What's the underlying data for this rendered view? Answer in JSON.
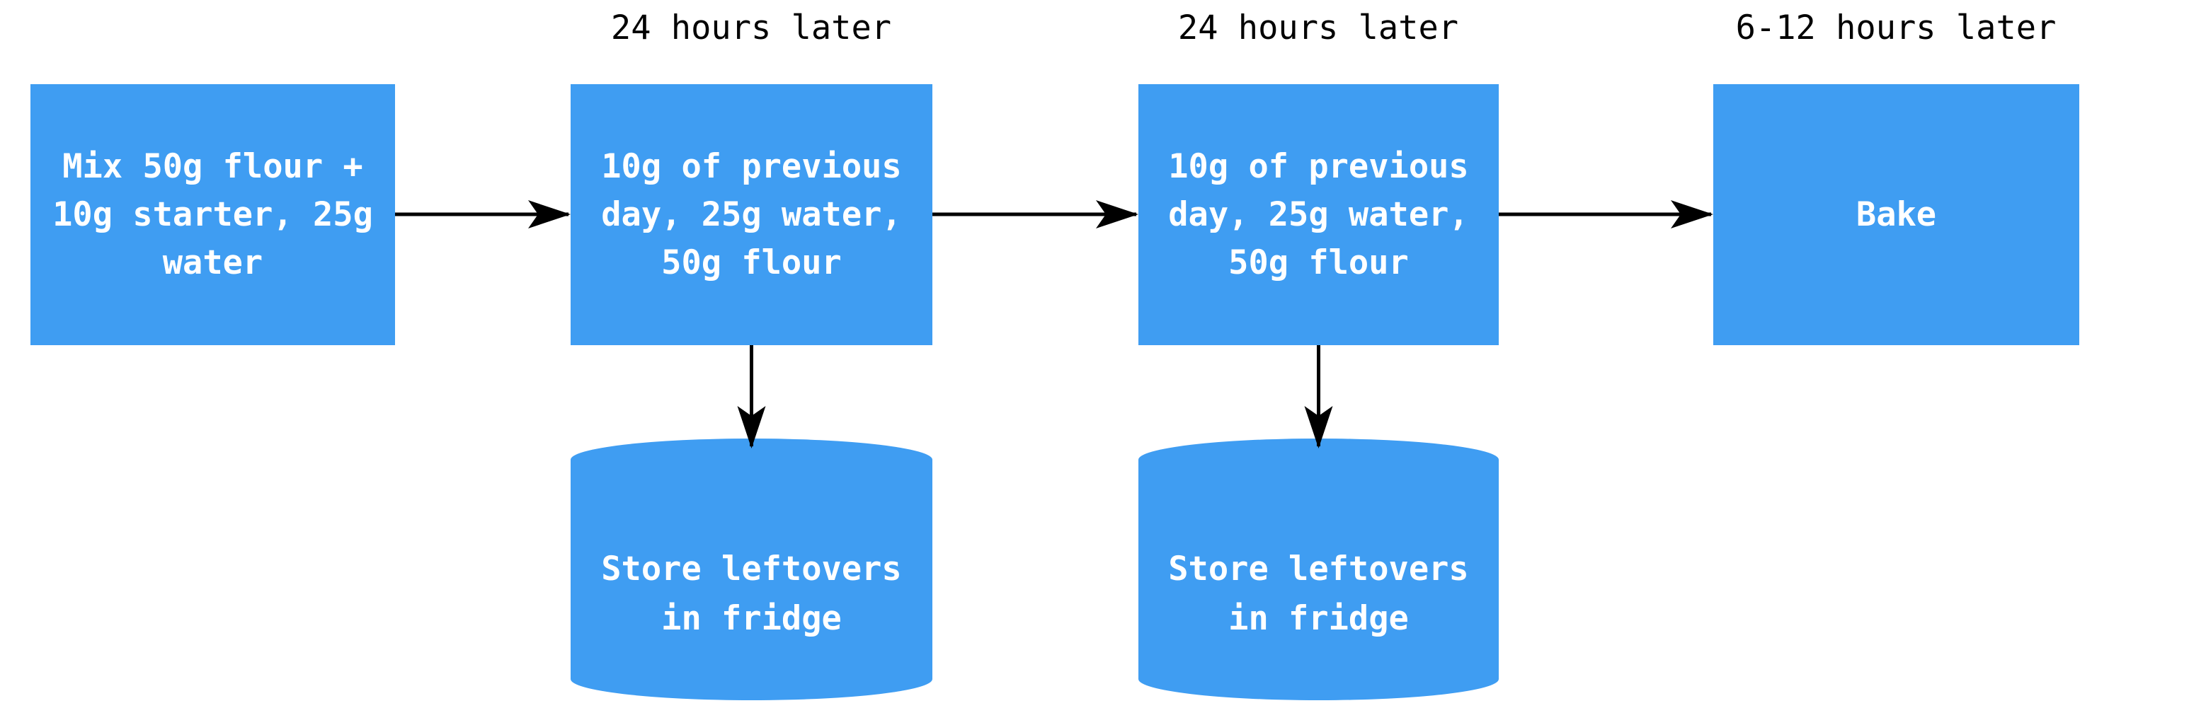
{
  "diagram": {
    "type": "flowchart",
    "background_color": "#FFFFFF",
    "node_fill_color": "#3F9DF2",
    "node_text_color": "#FFFFFF",
    "edge_label_color": "#000000",
    "arrow_color": "#000000",
    "nodes": {
      "mix": {
        "shape": "rect",
        "label": "Mix 50g flour +\n10g starter, 25g\nwater"
      },
      "feed1": {
        "shape": "rect",
        "label": "10g of previous\nday, 25g water,\n50g flour"
      },
      "feed2": {
        "shape": "rect",
        "label": "10g of previous\nday, 25g water,\n50g flour"
      },
      "bake": {
        "shape": "rect",
        "label": "Bake"
      },
      "store1": {
        "shape": "cylinder",
        "label": "Store leftovers\nin fridge"
      },
      "store2": {
        "shape": "cylinder",
        "label": "Store leftovers\nin fridge"
      }
    },
    "edge_labels": [
      {
        "text": "24 hours later"
      },
      {
        "text": "24 hours later"
      },
      {
        "text": "6-12 hours later"
      }
    ],
    "edges": [
      {
        "from": "mix",
        "to": "feed1",
        "label": "24 hours later"
      },
      {
        "from": "feed1",
        "to": "feed2",
        "label": "24 hours later"
      },
      {
        "from": "feed2",
        "to": "bake",
        "label": "6-12 hours later"
      },
      {
        "from": "feed1",
        "to": "store1",
        "label": ""
      },
      {
        "from": "feed2",
        "to": "store2",
        "label": ""
      }
    ]
  }
}
